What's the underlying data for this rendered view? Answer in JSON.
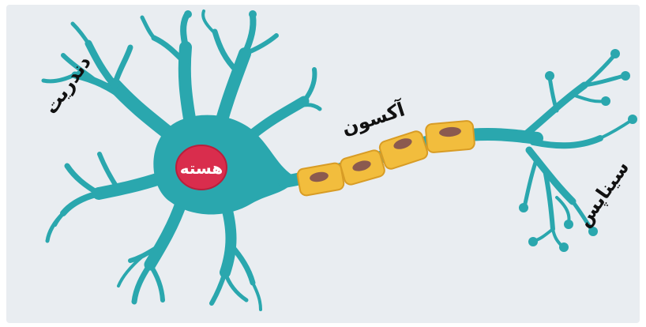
{
  "labels": {
    "dendrite": "دندریت",
    "nucleus": "هسته",
    "axon": "آکسون",
    "synapse": "سیناپس"
  },
  "colors": {
    "background": "#e9edf1",
    "neuron": "#2aa7ae",
    "nucleus": "#d92d4d",
    "myelin": "#f2bd3d",
    "myelin_nucleus": "#8b5a4f"
  }
}
